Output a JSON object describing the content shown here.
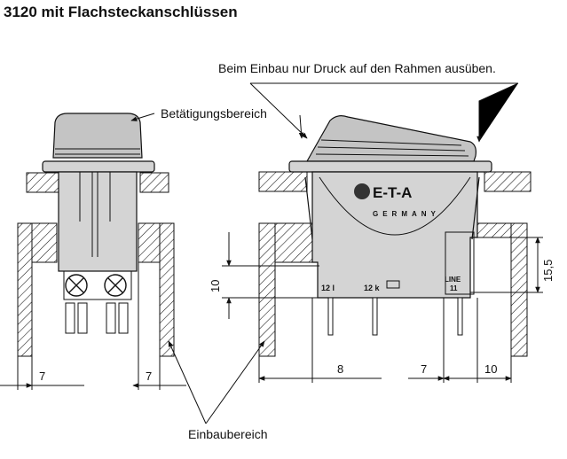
{
  "header": {
    "title": "3120 mit Flachsteckanschlüssen"
  },
  "labels": {
    "press_note": "Beim Einbau nur Druck auf den Rahmen ausüben.",
    "actuation": "Betätigungsbereich",
    "mounting": "Einbaubereich"
  },
  "brand": {
    "logo": "E-T-A",
    "country": "GERMANY"
  },
  "terminals": {
    "t12l": "12 l",
    "t12k": "12 k",
    "line": "LINE",
    "t11": "11"
  },
  "dimensions": {
    "left_7a": "7",
    "left_7b": "7",
    "d8": "8",
    "d7": "7",
    "d10": "10",
    "h10": "10",
    "h15_5": "15,5"
  },
  "colors": {
    "housing_gray": "#d4d4d4",
    "cap_gray": "#c4c4c4",
    "line": "#111111"
  }
}
